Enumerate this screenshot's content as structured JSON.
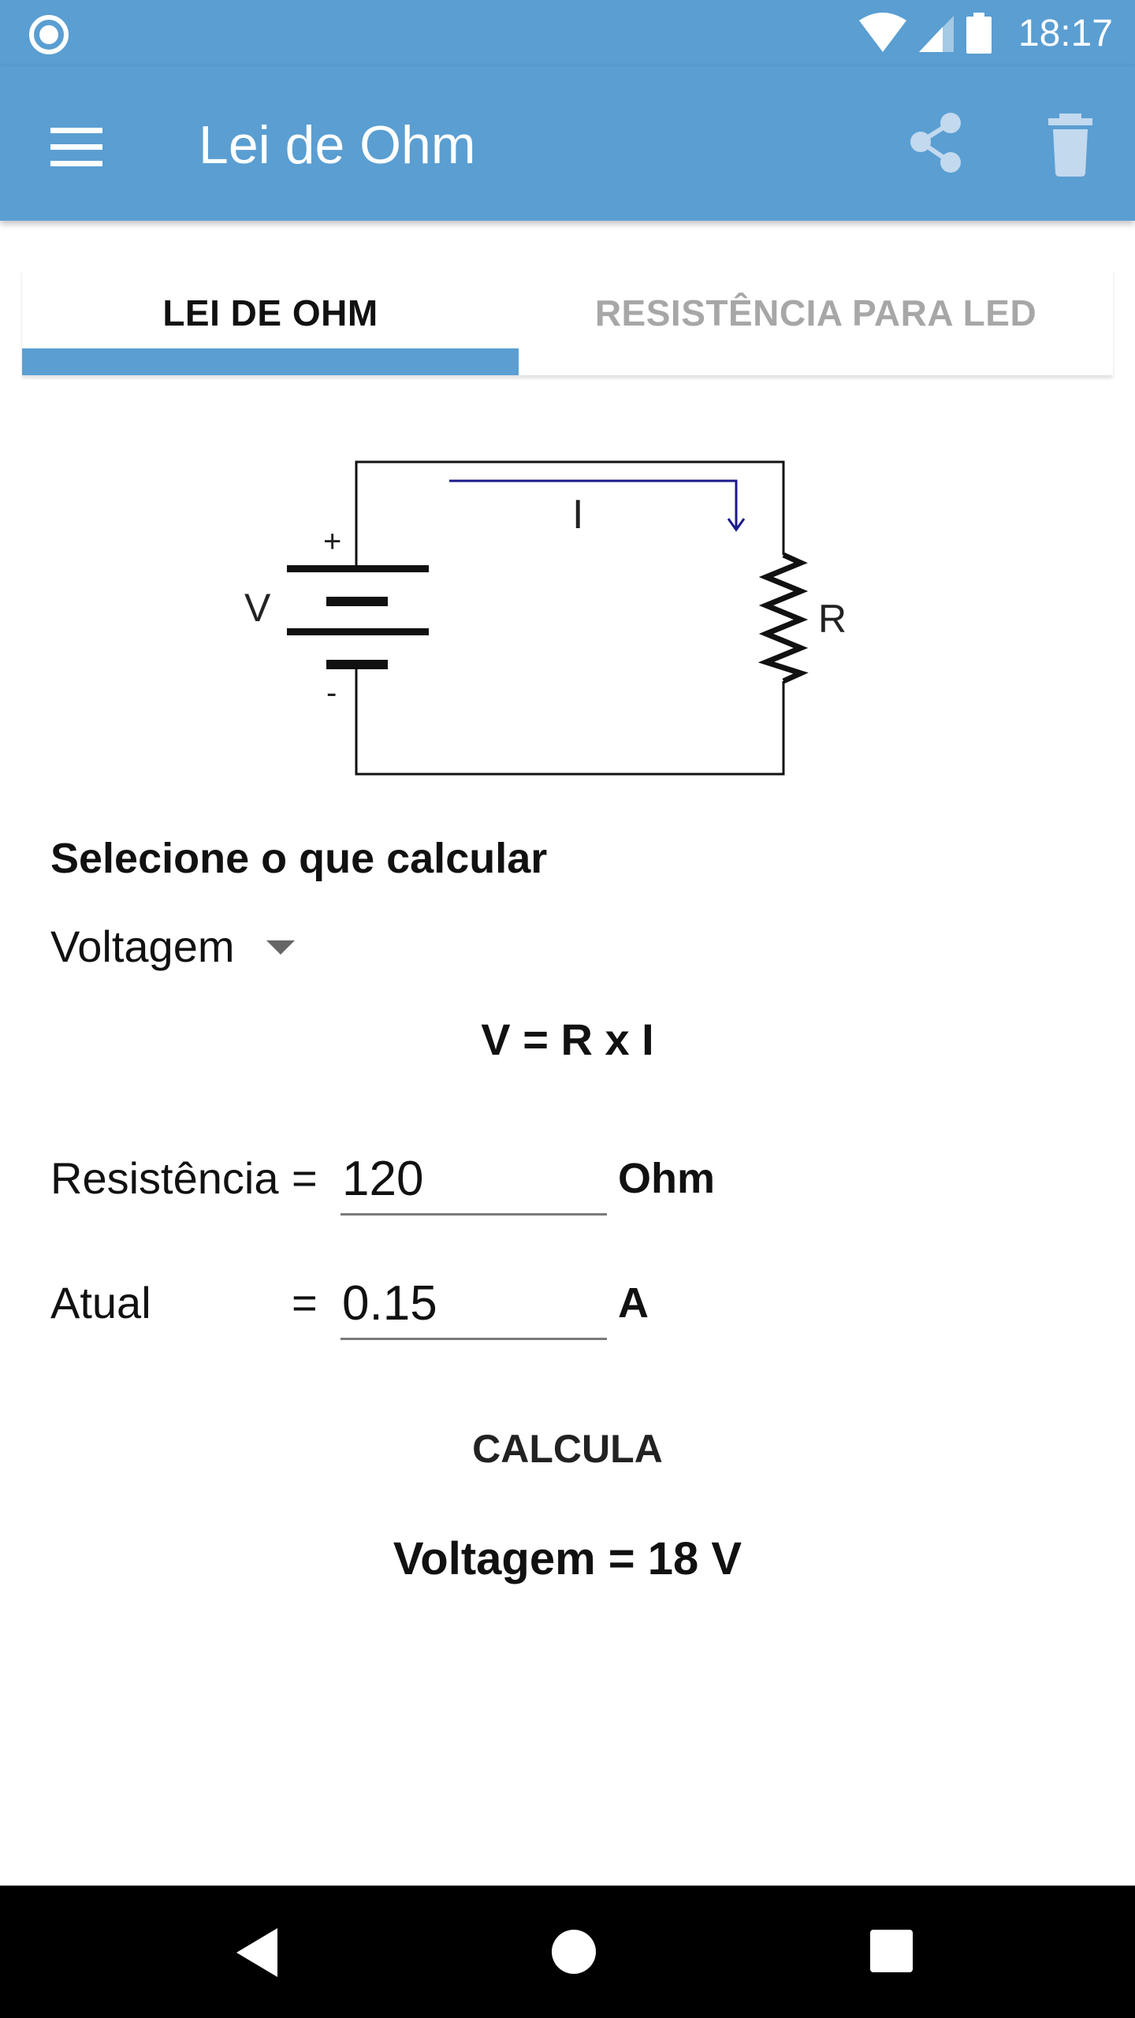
{
  "status_bar": {
    "time": "18:17"
  },
  "app_bar": {
    "title": "Lei de Ohm",
    "menu_icon": "hamburger-menu-icon",
    "share_icon": "share-icon",
    "delete_icon": "trash-icon"
  },
  "tabs": [
    {
      "label": "LEI DE OHM",
      "selected": true
    },
    {
      "label": "RESISTÊNCIA PARA LED",
      "selected": false
    }
  ],
  "circuit": {
    "voltage_label": "V",
    "plus": "+",
    "minus": "-",
    "current_label": "I",
    "resistor_label": "R"
  },
  "form": {
    "select_label": "Selecione o que calcular",
    "selected_option": "Voltagem",
    "formula": "V = R x I",
    "resistance": {
      "label": "Resistência",
      "equals": "=",
      "value": "120",
      "unit": "Ohm"
    },
    "current": {
      "label": "Atual",
      "equals": "=",
      "value": "0.15",
      "unit": "A"
    },
    "calculate_label": "CALCULA",
    "result": "Voltagem = 18 V"
  },
  "colors": {
    "primary": "#5a9ed2",
    "tab_inactive": "#a7a7a7",
    "nav_bar": "#000000"
  }
}
